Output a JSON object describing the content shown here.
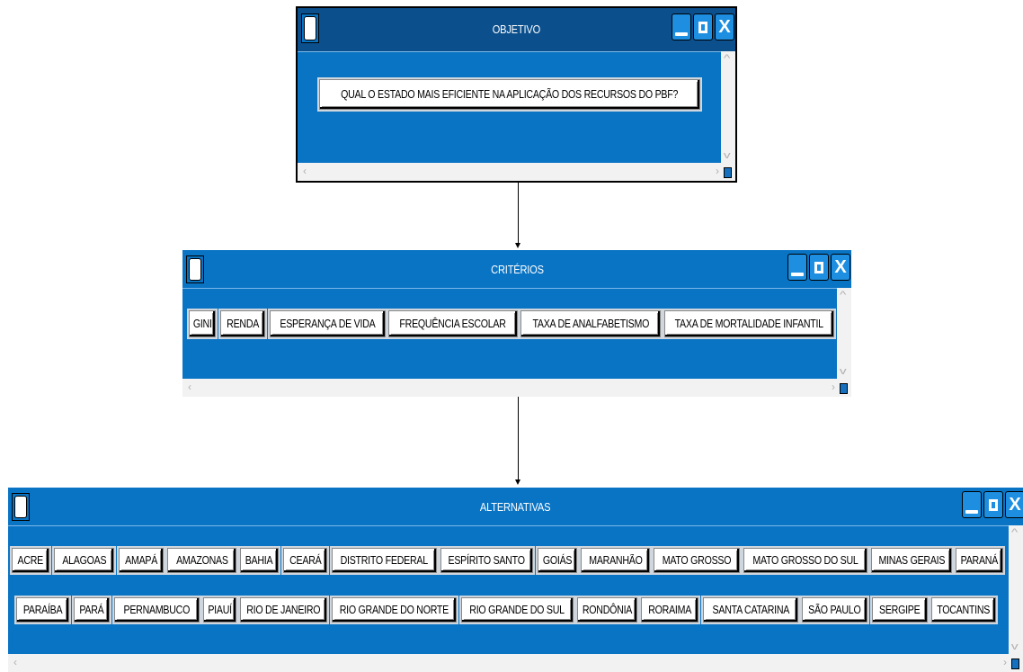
{
  "windows": {
    "objetivo": {
      "title": "OBJETIVO",
      "items": [
        "QUAL O ESTADO MAIS EFICIENTE NA APLICAÇÃO DOS RECURSOS DO PBF?"
      ]
    },
    "criterios": {
      "title": "CRITÉRIOS",
      "items": [
        "GINI",
        "RENDA",
        "ESPERANÇA DE VIDA",
        "FREQUÊNCIA ESCOLAR",
        "TAXA DE ANALFABETISMO",
        "TAXA DE MORTALIDADE INFANTIL"
      ]
    },
    "alternativas": {
      "title": "ALTERNATIVAS",
      "row1": [
        "ACRE",
        "ALAGOAS",
        "AMAPÁ",
        "AMAZONAS",
        "BAHIA",
        "CEARÁ",
        "DISTRITO FEDERAL",
        "ESPÍRITO SANTO",
        "GOIÁS",
        "MARANHÃO",
        "MATO GROSSO",
        "MATO GROSSO DO SUL",
        "MINAS GERAIS",
        "PARANÁ"
      ],
      "row2": [
        "PARAÍBA",
        "PARÁ",
        "PERNAMBUCO",
        "PIAUÍ",
        "RIO DE JANEIRO",
        "RIO GRANDE DO NORTE",
        "RIO GRANDE DO SUL",
        "RONDÔNIA",
        "RORAIMA",
        "SANTA CATARINA",
        "SÃO PAULO",
        "SERGIPE",
        "TOCANTINS"
      ]
    }
  },
  "icons": {
    "system": "window-system-icon",
    "minimize": "minimize-icon",
    "maximize": "maximize-icon",
    "close": "close-icon",
    "close_glyph": "X",
    "scroll_left": "‹",
    "scroll_right": "›",
    "scroll_up": "^",
    "scroll_down": "v"
  },
  "colors": {
    "window_bg": "#0a74c4",
    "objetivo_titlebar": "#0b4f8c",
    "button_bg": "#ffffff",
    "scrollbar": "#f2f2f2"
  }
}
